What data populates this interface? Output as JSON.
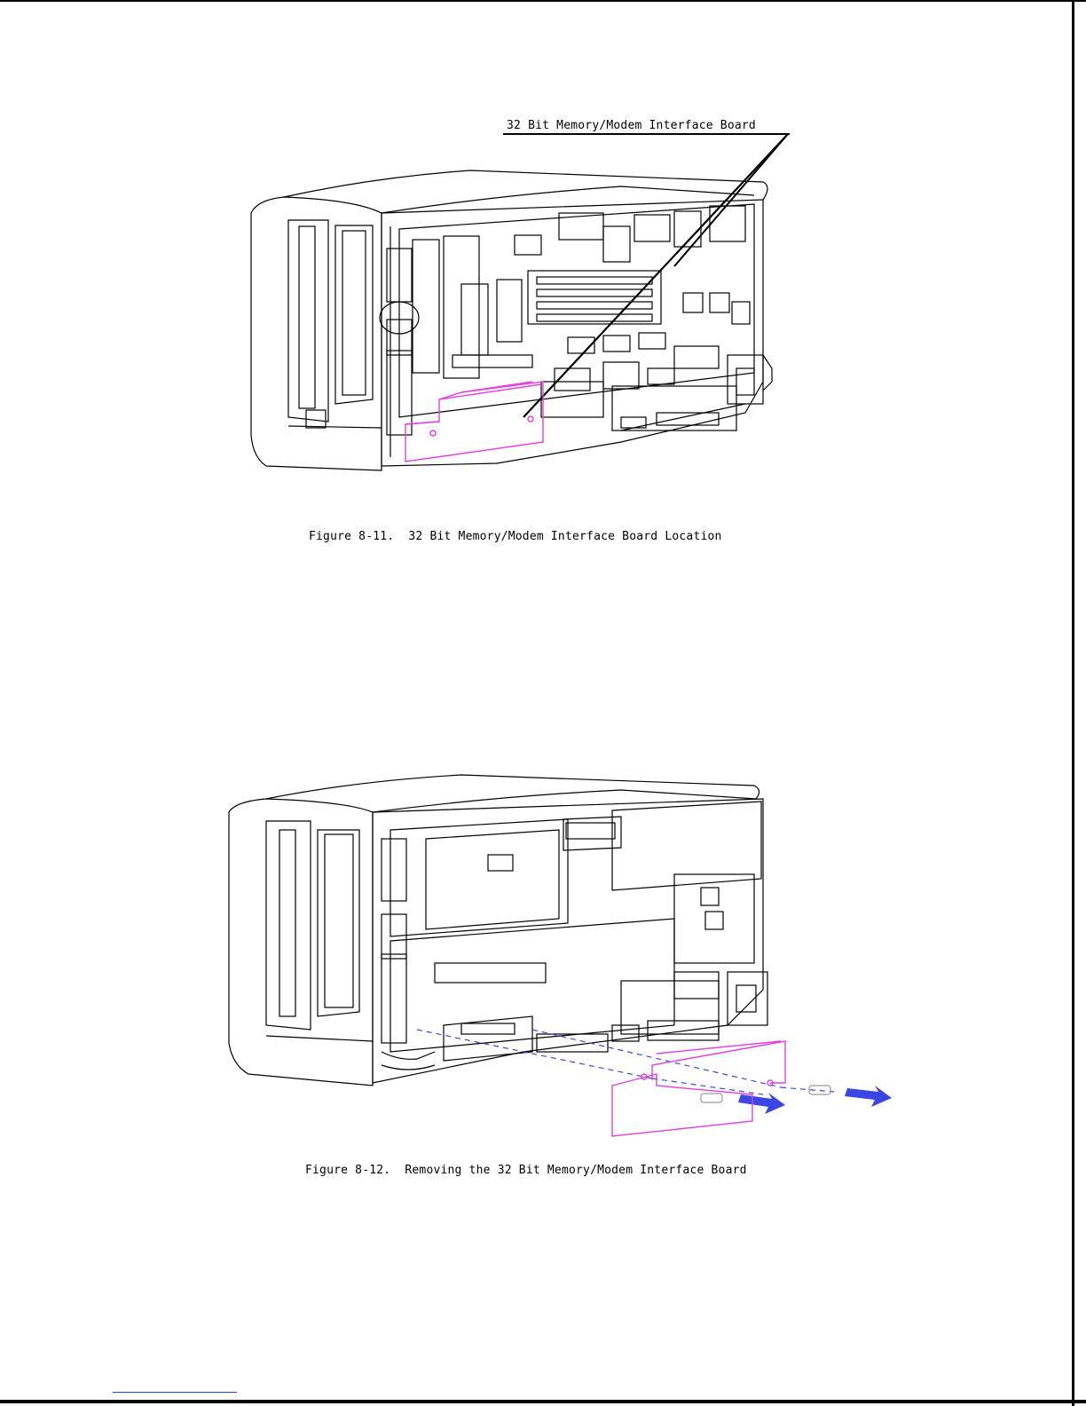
{
  "figure_1": {
    "callout": "32 Bit Memory/Modem Interface Board",
    "caption": "Figure 8-11.  32 Bit Memory/Modem Interface Board Location"
  },
  "figure_2": {
    "caption": "Figure 8-12.  Removing the 32 Bit Memory/Modem Interface Board"
  },
  "colors": {
    "line": "#000000",
    "highlight": "#e040e0",
    "arrow": "#3c46e6",
    "dash": "#3c46e6"
  }
}
